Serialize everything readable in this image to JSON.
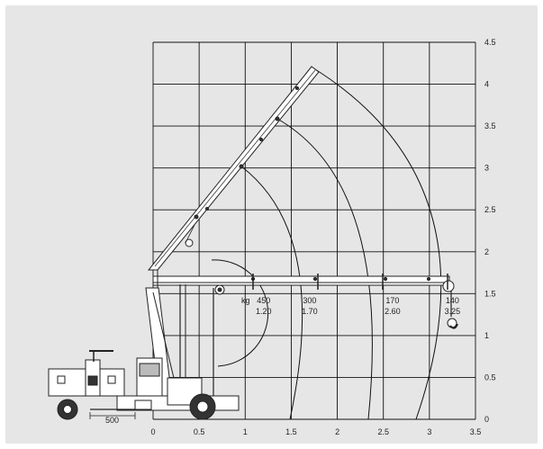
{
  "chart_data": {
    "type": "load-chart",
    "xlim": [
      0,
      3.5
    ],
    "ylim": [
      0,
      4.5
    ],
    "x_ticks": [
      "0",
      "0.5",
      "1",
      "1.5",
      "2",
      "2.5",
      "3",
      "3.5"
    ],
    "y_ticks": [
      "0",
      "0.5",
      "1",
      "1.5",
      "2",
      "2.5",
      "3",
      "3.5",
      "4",
      "4.5"
    ],
    "unit_label": "kg",
    "load_points": [
      {
        "load": "450",
        "reach": "1.20"
      },
      {
        "load": "300",
        "reach": "1.70"
      },
      {
        "load": "170",
        "reach": "2.60"
      },
      {
        "load": "140",
        "reach": "3.25"
      }
    ],
    "dimension_label": "500"
  }
}
